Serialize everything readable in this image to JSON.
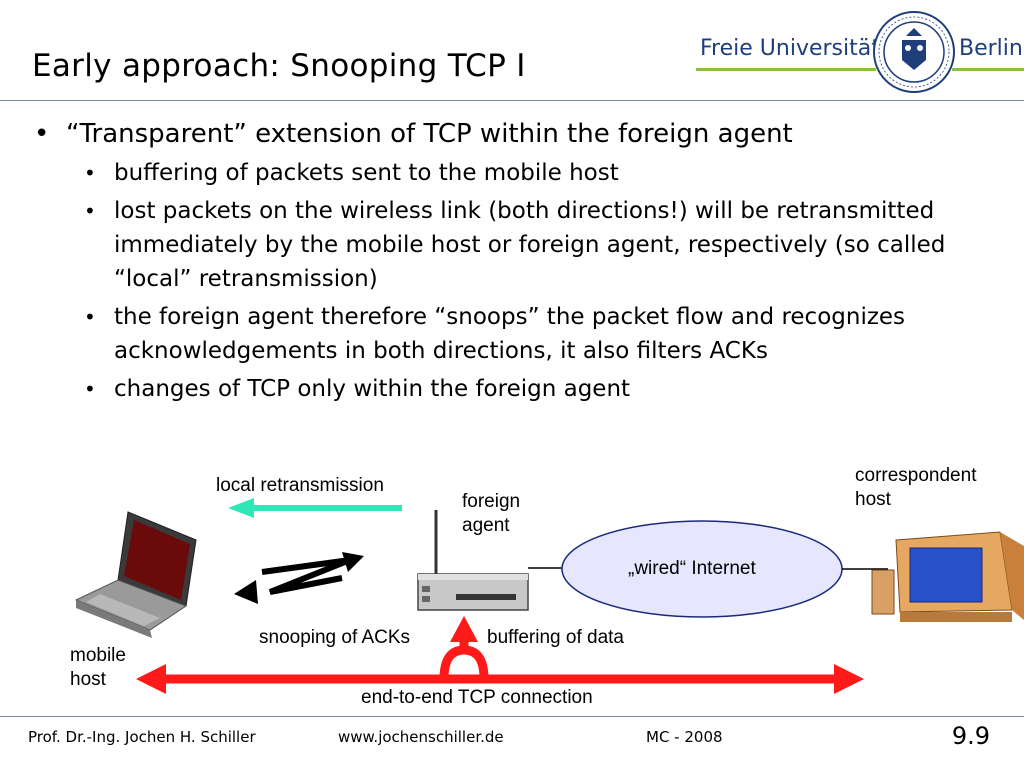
{
  "slide": {
    "title": "Early approach: Snooping TCP I"
  },
  "logo": {
    "left_text": "Freie Universität",
    "right_text": "Berlin"
  },
  "bullets": {
    "main": "“Transparent” extension of TCP within the foreign agent",
    "sub": [
      "buffering of packets sent to the mobile host",
      "lost packets on the wireless link (both directions!) will be retransmitted immediately by the mobile host or foreign agent, respectively (so called “local” retransmission)",
      "the foreign agent therefore “snoops” the packet flow and recognizes acknowledgements in both directions, it also filters ACKs",
      "changes of TCP only within the foreign agent"
    ]
  },
  "diagram": {
    "local_retransmission": "local retransmission",
    "foreign_agent": "foreign\nagent",
    "correspondent_host": "correspondent\nhost",
    "internet": "„wired“ Internet",
    "snooping": "snooping of ACKs",
    "buffering": "buffering of data",
    "mobile_host": "mobile\nhost",
    "end_to_end": "end-to-end TCP connection",
    "colors": {
      "red_arrow": "#ff1a1a",
      "cyan_arrow": "#2ee8b8",
      "cloud_fill": "#e6e6ff",
      "cloud_stroke": "#1a2a7a"
    }
  },
  "footer": {
    "author": "Prof. Dr.-Ing. Jochen H. Schiller",
    "website": "www.jochenschiller.de",
    "course": "MC - 2008",
    "page": "9.9"
  }
}
